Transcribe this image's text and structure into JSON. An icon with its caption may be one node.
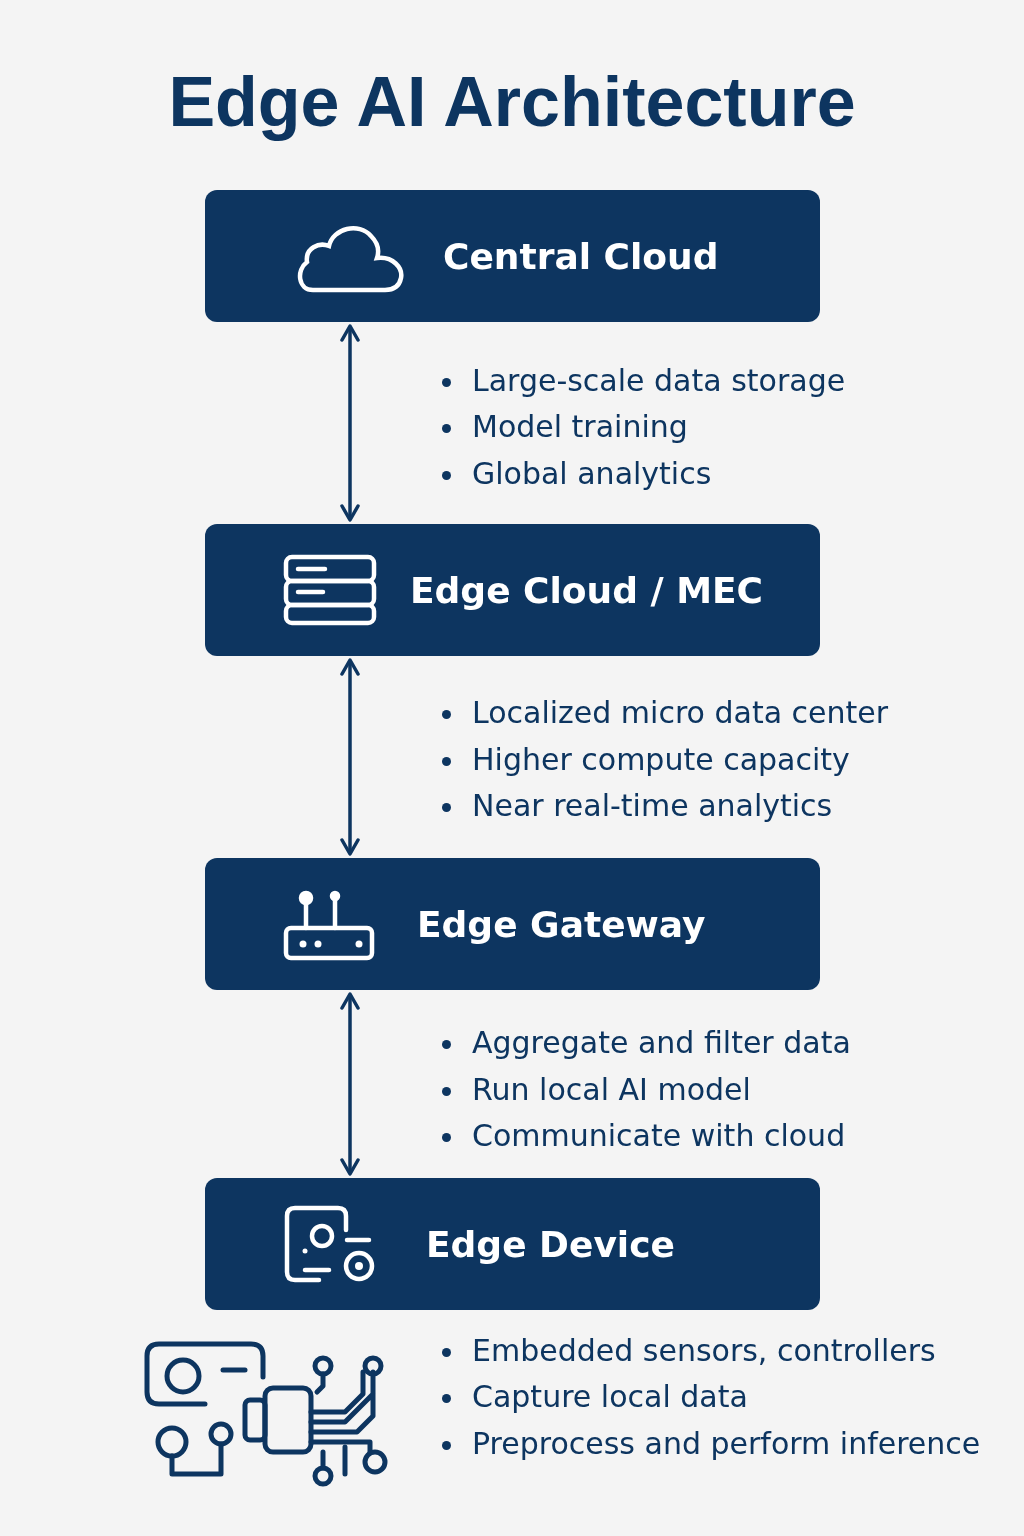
{
  "diagram": {
    "title": "Edge AI Architecture",
    "nodes": [
      {
        "text": [
          "Central Cloud"
        ]
      },
      {
        "text": [
          "Edge Cloud / MEC"
        ]
      },
      {
        "text": [
          "Edge Gateway"
        ]
      },
      {
        "text": [
          "Edge Device"
        ]
      }
    ],
    "edges": [
      {
        "from": 0,
        "to": 1,
        "arrow": "both"
      },
      {
        "from": 1,
        "to": 2,
        "arrow": "both"
      },
      {
        "from": 2,
        "to": 3,
        "arrow": "both"
      }
    ],
    "labels": [
      "Large-scale data storage",
      "Model training",
      "Global analytics",
      "Localized micro data center",
      "Higher compute capacity",
      "Near real-time analytics",
      "Aggregate and filter data",
      "Run local AI model",
      "Communicate with cloud",
      "Embedded sensors, controllers",
      "Capture local data",
      "Preprocess and perform inference"
    ]
  }
}
